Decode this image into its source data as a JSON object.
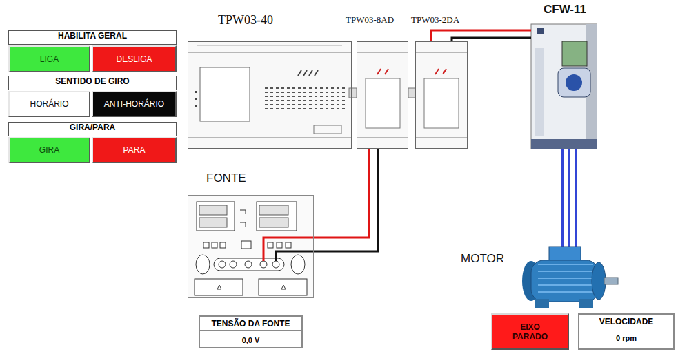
{
  "diagram": {
    "nodes": [
      {
        "text": [
          "HABILITA GERAL"
        ]
      },
      {
        "text": [
          "LIGA"
        ],
        "in": 0
      },
      {
        "text": [
          "DESLIGA"
        ],
        "in": 0
      },
      {
        "text": [
          "SENTIDO DE GIRO"
        ]
      },
      {
        "text": [
          "HORÁRIO"
        ],
        "in": 3
      },
      {
        "text": [
          "ANTI-HORÁRIO"
        ],
        "in": 3
      },
      {
        "text": [
          "GIRA/PARA"
        ]
      },
      {
        "text": [
          "GIRA"
        ],
        "in": 6
      },
      {
        "text": [
          "PARA"
        ],
        "in": 6
      },
      {
        "text": [
          "TPW03-40"
        ]
      },
      {
        "text": [
          "TPW03-8AD"
        ]
      },
      {
        "text": [
          "TPW03-2DA"
        ]
      },
      {
        "text": [
          "CFW-11"
        ]
      },
      {
        "text": [
          "FONTE"
        ]
      },
      {
        "text": [
          "TENSÃO DA FONTE",
          "0,0 V"
        ]
      },
      {
        "text": [
          "MOTOR"
        ]
      },
      {
        "text": [
          "EIXO PARADO"
        ]
      },
      {
        "text": [
          "VELOCIDADE",
          "0 rpm"
        ]
      }
    ],
    "edges": [
      {
        "from": 10,
        "to": 13,
        "arrow": "none"
      },
      {
        "from": 10,
        "to": 13,
        "arrow": "none"
      },
      {
        "from": 11,
        "to": 12,
        "arrow": "none"
      },
      {
        "from": 11,
        "to": 12,
        "arrow": "none"
      },
      {
        "from": 12,
        "to": 15,
        "arrow": "none"
      },
      {
        "from": 12,
        "to": 15,
        "arrow": "none"
      },
      {
        "from": 12,
        "to": 15,
        "arrow": "none"
      }
    ]
  }
}
